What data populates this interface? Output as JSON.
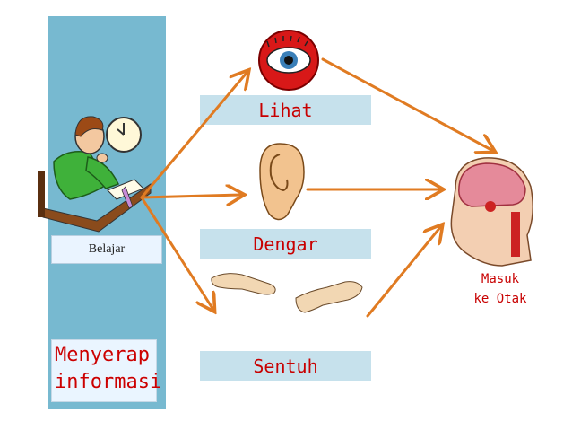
{
  "left_panel": {
    "activity_label": "Belajar",
    "summary_label": "Menyerap\ninformasi"
  },
  "senses": [
    {
      "label": "Lihat",
      "icon": "eye-icon"
    },
    {
      "label": "Dengar",
      "icon": "ear-icon"
    },
    {
      "label": "Sentuh",
      "icon": "touching-hands-icon"
    }
  ],
  "destination": {
    "label": "Masuk\nke Otak",
    "icon": "brain-head-icon"
  },
  "colors": {
    "panel": "#77b9d0",
    "sense_bar": "#c6e1ec",
    "label_text": "#c80000",
    "arrow": "#e07b22"
  }
}
